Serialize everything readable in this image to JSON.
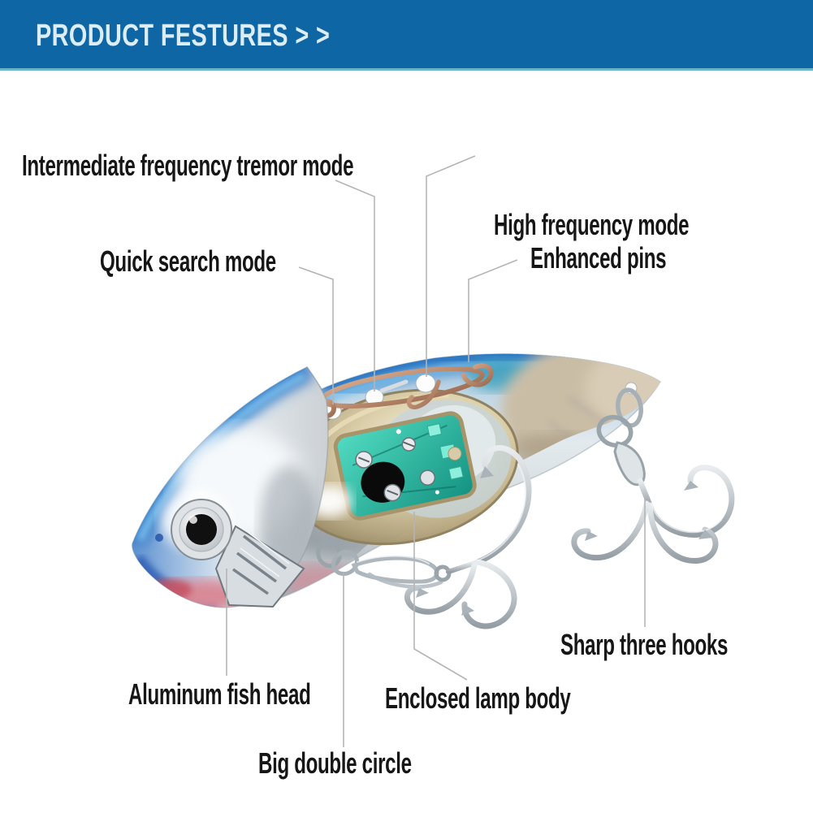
{
  "header": {
    "title": "PRODUCT FESTURES > >"
  },
  "callouts": {
    "intermediate_frequency": {
      "text": "Intermediate frequency tremor mode"
    },
    "quick_search": {
      "text": "Quick search mode"
    },
    "high_frequency": {
      "text": "High frequency mode"
    },
    "enhanced_pins": {
      "text": "Enhanced pins"
    },
    "sharp_three_hooks": {
      "text": "Sharp three hooks"
    },
    "aluminum_fish_head": {
      "text": "Aluminum fish head"
    },
    "enclosed_lamp_body": {
      "text": "Enclosed lamp body"
    },
    "big_double_circle": {
      "text": "Big double circle"
    }
  },
  "colors": {
    "header_bg": "#0e67a4",
    "header_accent": "#6ab5c8",
    "header_text": "#dcedf6",
    "label_text": "#161616",
    "callout_line": "#b5b5b5",
    "lure_blue": "#2d79c4",
    "lure_silver": "#dfe6ea",
    "lure_tail_beige": "#c9bca6",
    "head_red": "#c75f6d",
    "pcb_teal": "#2fbfa6",
    "wire_copper": "#b58268",
    "hook_silver": "#aab3ba"
  }
}
